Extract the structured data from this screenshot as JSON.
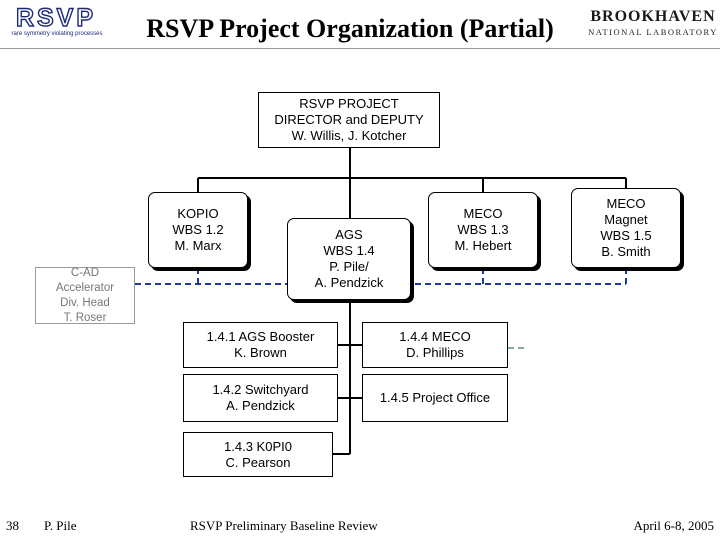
{
  "header": {
    "title": "RSVP Project Organization (Partial)",
    "left_logo": {
      "text": "RSVP",
      "tagline": "rare symmetry violating processes"
    },
    "right_logo": {
      "line1": "BROOKHAVEN",
      "line2": "NATIONAL LABORATORY"
    }
  },
  "org": {
    "director": "RSVP PROJECT\nDIRECTOR and DEPUTY\nW. Willis, J. Kotcher",
    "kopio": "KOPIO\nWBS 1.2\nM. Marx",
    "cad": "C-AD\nAccelerator\nDiv. Head\nT. Roser",
    "ags": "AGS\nWBS 1.4\nP. Pile/\nA. Pendzick",
    "meco": "MECO\nWBS 1.3\nM. Hebert",
    "meco_magnet": "MECO\nMagnet\nWBS 1.5\nB. Smith",
    "ags_booster": "1.4.1 AGS Booster\nK. Brown",
    "switchyard": "1.4.2 Switchyard\nA. Pendzick",
    "k0pi0": "1.4.3 K0PI0\nC. Pearson",
    "meco_sub": "1.4.4 MECO\nD. Phillips",
    "project_office": "1.4.5 Project Office"
  },
  "footer": {
    "page": "38",
    "author": "P. Pile",
    "event": "RSVP Preliminary Baseline Review",
    "date": "April 6-8, 2005"
  }
}
